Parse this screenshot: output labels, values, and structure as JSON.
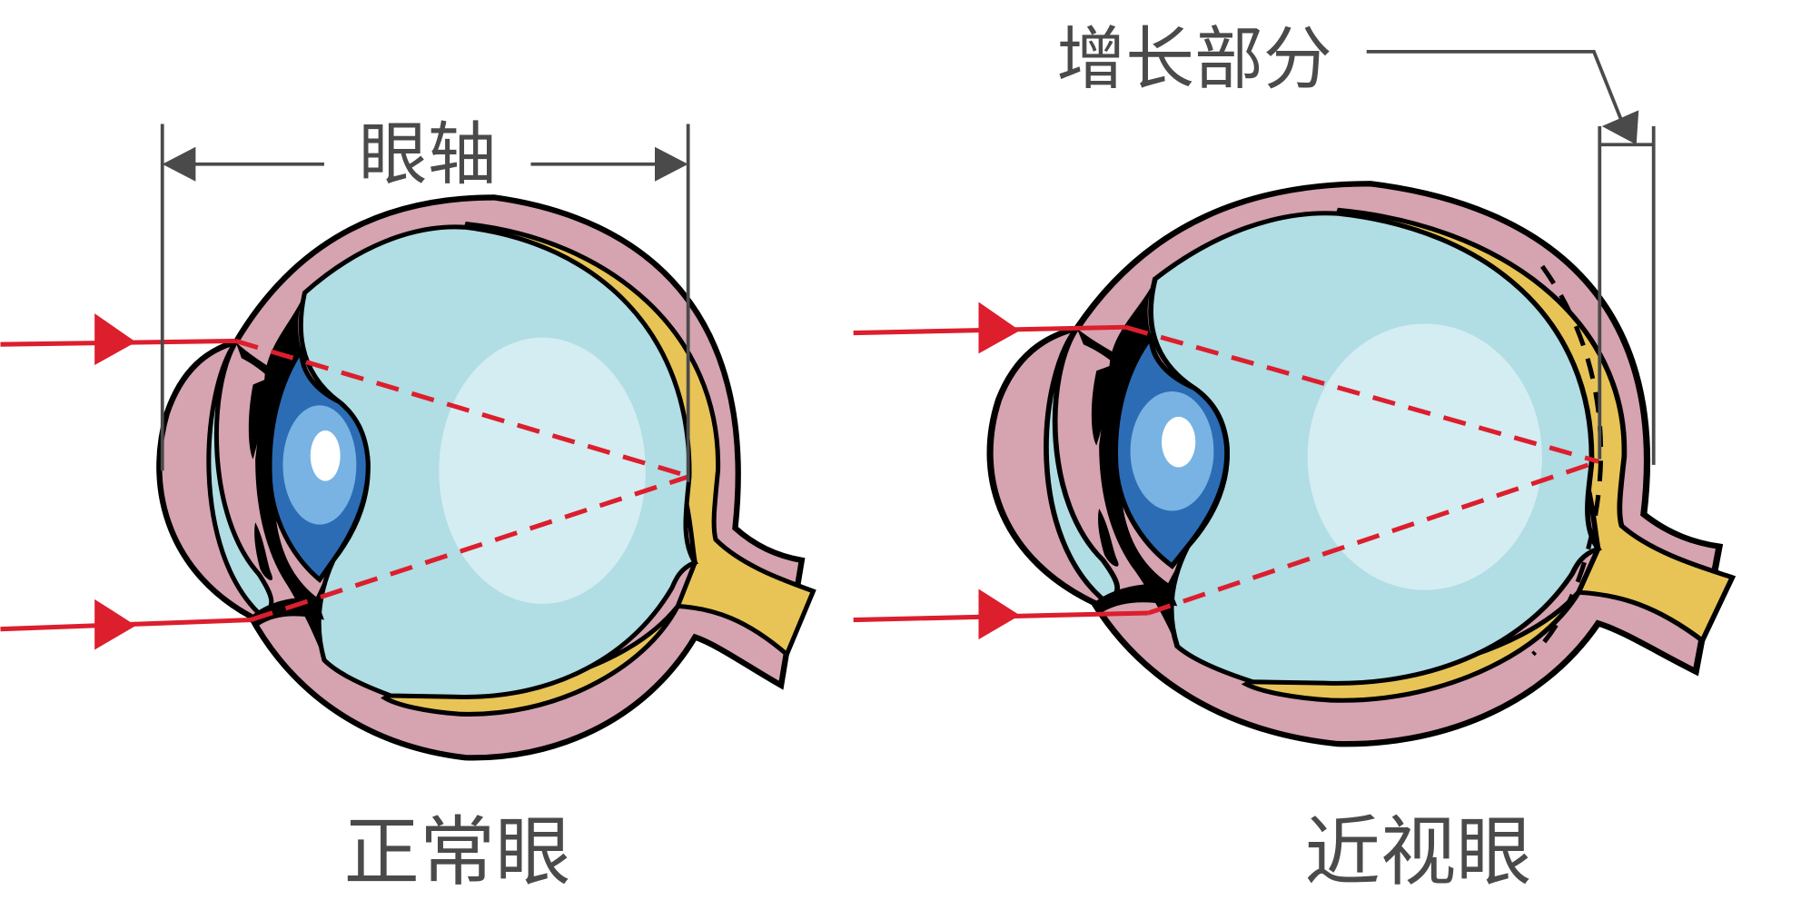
{
  "labels": {
    "axial_length": "眼轴",
    "elongated_part": "增长部分",
    "normal_eye": "正常眼",
    "myopic_eye": "近视眼"
  },
  "colors": {
    "sclera": "#d6a3b0",
    "choroid": "#e8c457",
    "vitreous": "#b1dde4",
    "vitreous_highlight": "#d4edf2",
    "lens": "#2b6cb5",
    "lens_inner": "#78b3e3",
    "light_ray": "#dc1e2d",
    "dimension_line": "#4a4a4a"
  }
}
